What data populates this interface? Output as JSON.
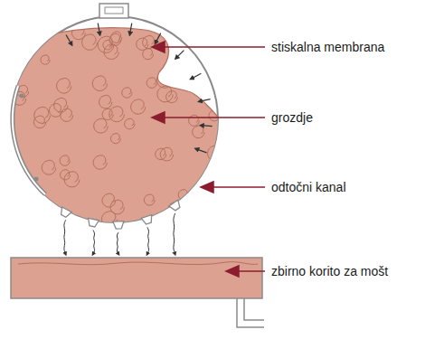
{
  "diagram": {
    "labels": [
      "stiskalna membrana",
      "grozdje",
      "odtočni kanal",
      "zbirno korito za mošt"
    ]
  }
}
